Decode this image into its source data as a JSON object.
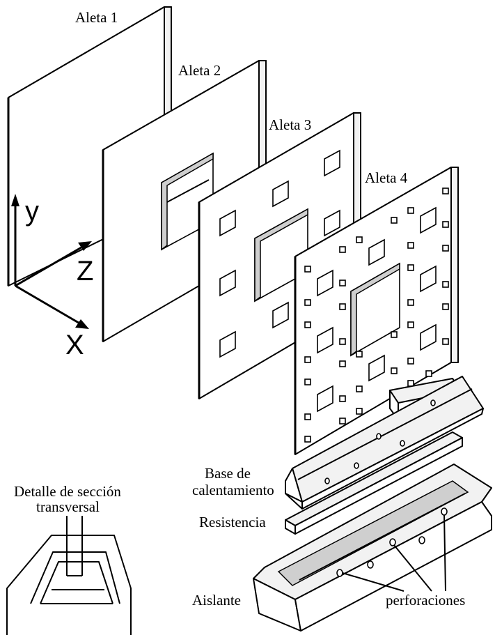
{
  "labels": {
    "fin1": "Aleta 1",
    "fin2": "Aleta 2",
    "fin3": "Aleta 3",
    "fin4": "Aleta 4",
    "base_line1": "Base de",
    "base_line2": "calentamiento",
    "resistance": "Resistencia",
    "insulator": "Aislante",
    "perforations": "perforaciones",
    "detail_line1": "Detalle de sección",
    "detail_line2": "transversal"
  },
  "axes": {
    "y": "y",
    "z": "Z",
    "x": "X"
  },
  "colors": {
    "stroke": "#000000",
    "background": "#ffffff"
  }
}
